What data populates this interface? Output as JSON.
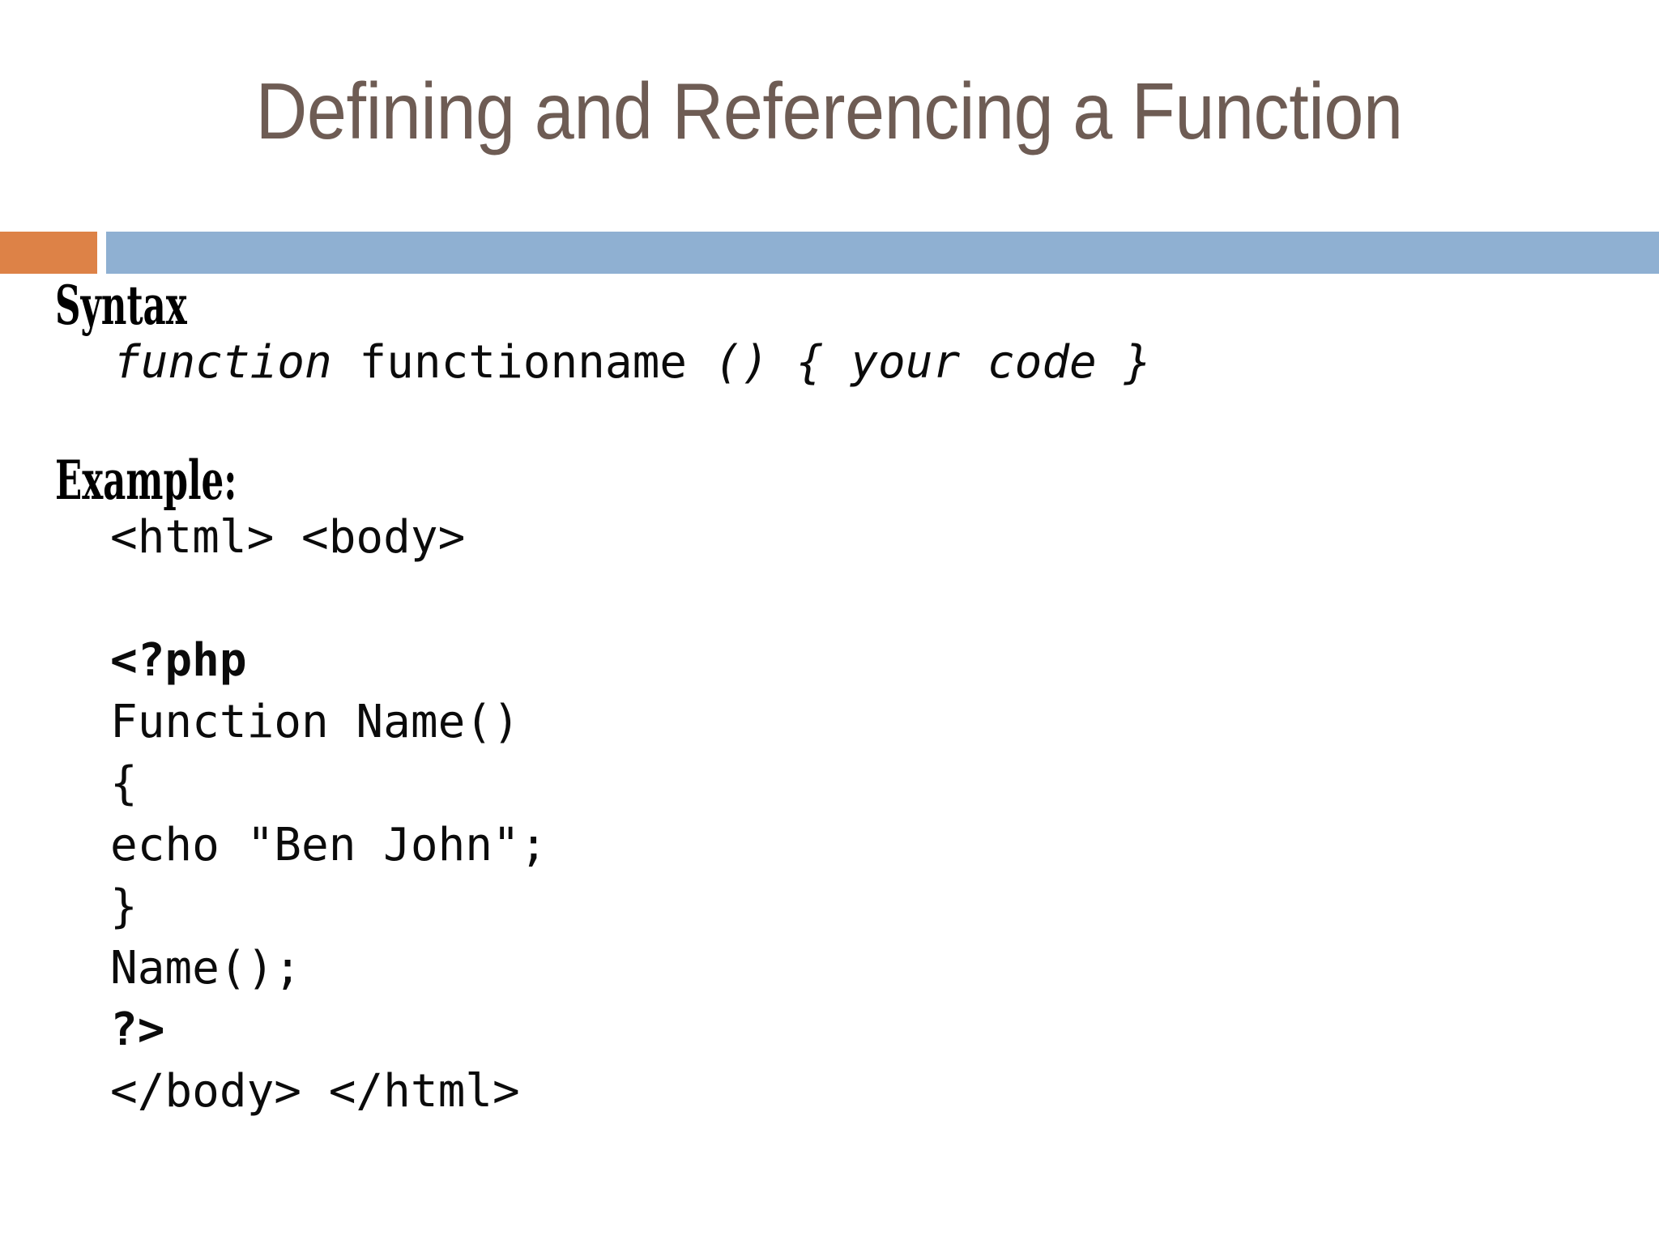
{
  "slide": {
    "title": "Defining and Referencing a Function",
    "accent_colors": {
      "orange": "#DD8247",
      "blue": "#8FB0D2",
      "title_text": "#6E5C54",
      "body_text": "#000000",
      "background": "#FFFFFF"
    }
  },
  "sections": {
    "syntax": {
      "heading": "Syntax",
      "code": {
        "keyword": "function",
        "name": " functionname ",
        "tail": "() { your code }"
      }
    },
    "example": {
      "heading": "Example:",
      "lines": {
        "open_tags": "<html> <body>",
        "php_open": "<?php",
        "func_decl": "Function Name()",
        "brace_open": "{",
        "echo": "echo \"Ben John\";",
        "brace_close": "}",
        "call": "Name();",
        "php_close": "?>",
        "close_tags": "</body> </html>"
      }
    }
  }
}
